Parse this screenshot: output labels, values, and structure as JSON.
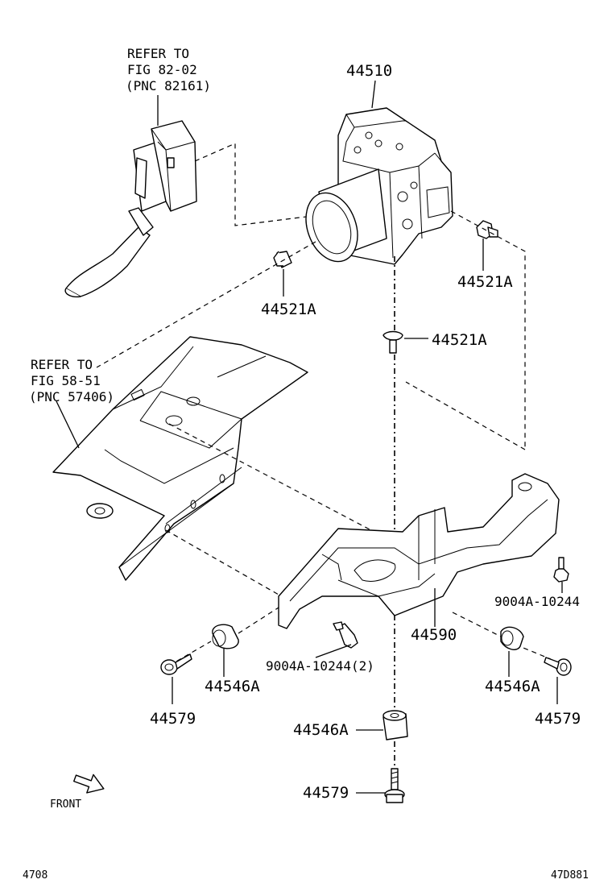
{
  "callouts": {
    "refer_harness": [
      "REFER TO",
      "FIG 82-02",
      "(PNC 82161)"
    ],
    "refer_floor": [
      "REFER TO",
      "FIG 58-51",
      "(PNC 57406)"
    ]
  },
  "parts": {
    "actuator": "44510",
    "bolt_right": "44521A",
    "bolt_left": "44521A",
    "bolt_center": "44521A",
    "bracket": "44590",
    "bolt_bracket_right": "9004A-10244",
    "bolt_bracket_left": "9004A-10244(2)",
    "cushion_left": "44546A",
    "cushion_right": "44546A",
    "cushion_bottom": "44546A",
    "screw_left": "44579",
    "screw_right": "44579",
    "screw_bottom": "44579"
  },
  "front_label": "FRONT",
  "footer": {
    "left_code": "4708",
    "right_code": "47D881"
  }
}
